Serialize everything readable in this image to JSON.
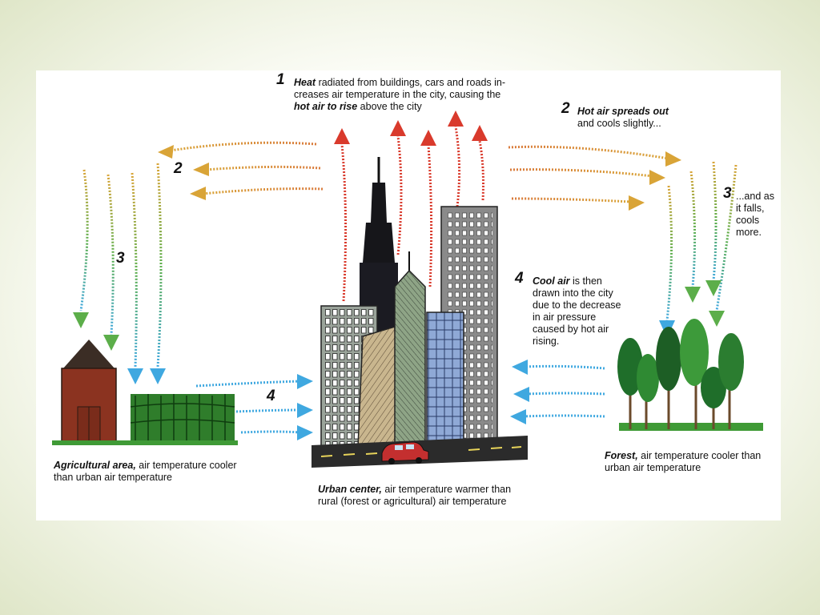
{
  "step1": {
    "number": "1",
    "bold_heat": "Heat",
    "text_a": " radiated from buildings, cars and roads in-creases air temperature in the city, causing the ",
    "bold_rise": "hot air to rise",
    "text_b": " above the city"
  },
  "step2": {
    "number": "2",
    "bold": "Hot air spreads out",
    "text": "and cools slightly..."
  },
  "step3": {
    "number": "3",
    "text": "...and as it falls, cools more."
  },
  "step4": {
    "number": "4",
    "bold": "Cool air",
    "text": " is then drawn into the city due to the decrease in air pressure caused by hot air rising."
  },
  "labels": {
    "agricultural_bold": "Agricultural area,",
    "agricultural_text": " air temperature cooler than urban air temperature",
    "urban_bold": "Urban center,",
    "urban_text": " air temperature warmer than rural (forest or agricultural) air temperature",
    "forest_bold": "Forest,",
    "forest_text": " air temperature cooler than urban air temperature"
  },
  "colors": {
    "hot": "#d93a2c",
    "warm": "#d9a437",
    "cool": "#5cae4a",
    "cold": "#3fa8e0"
  }
}
